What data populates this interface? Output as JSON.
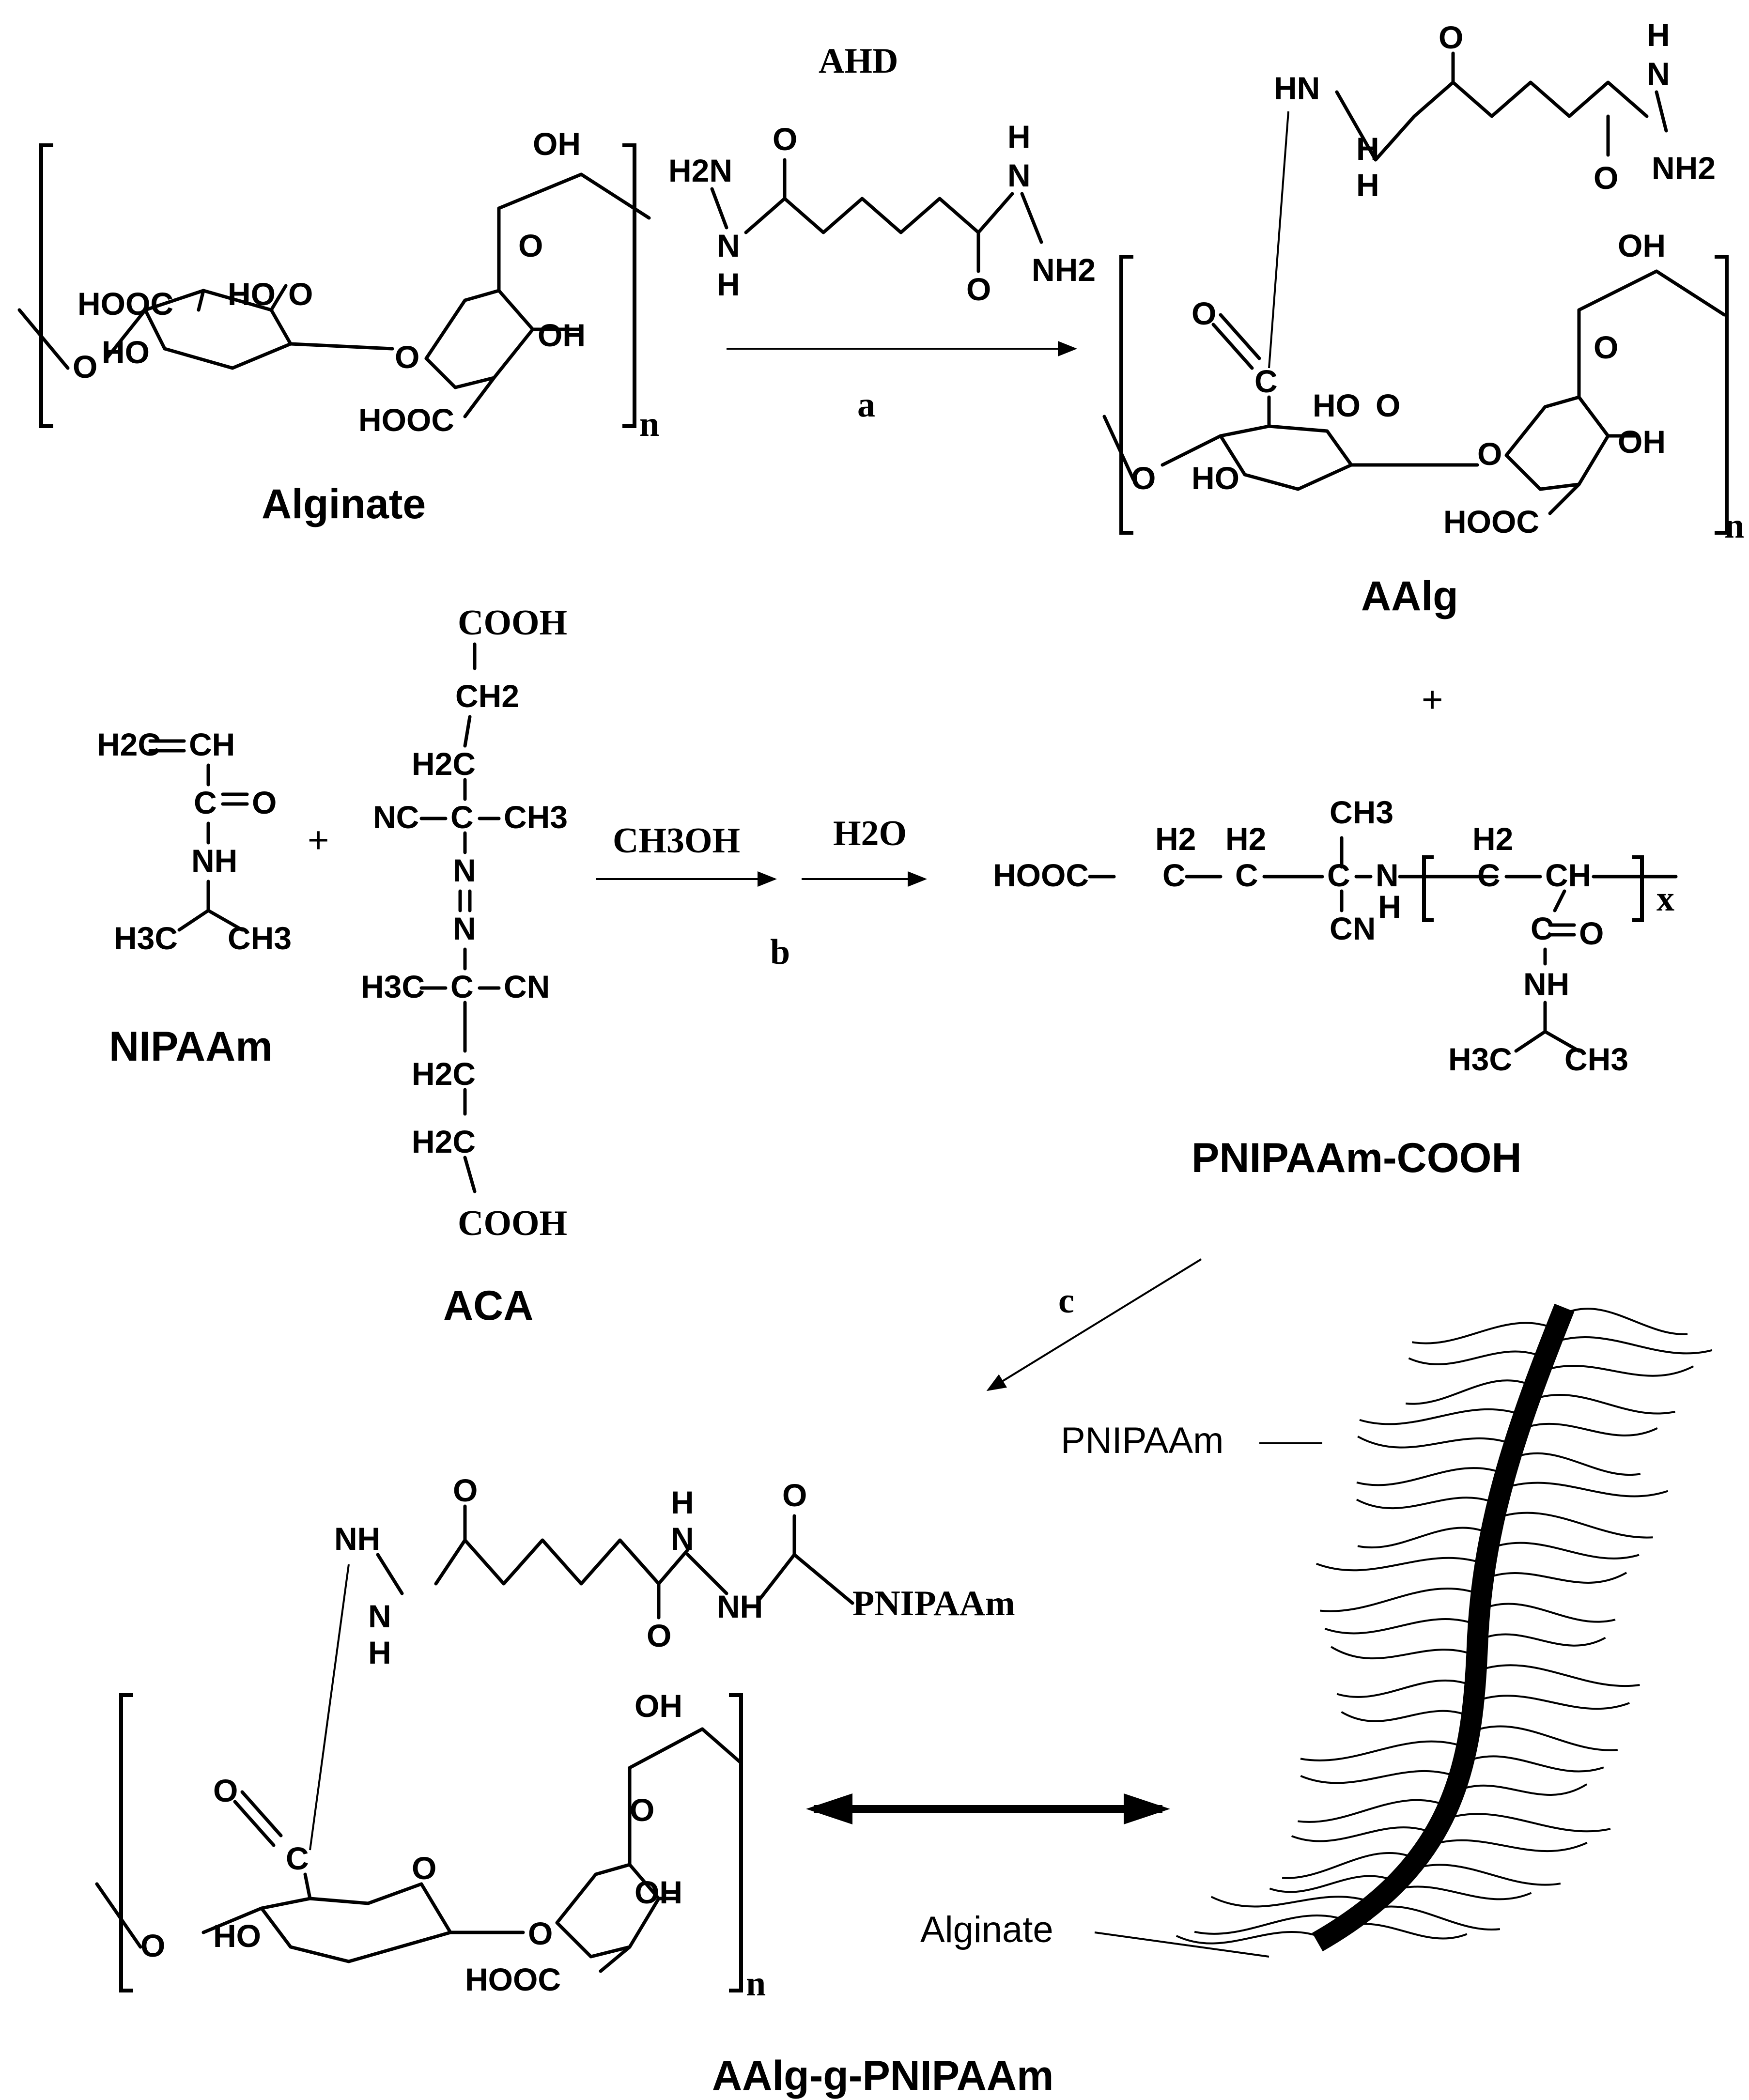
{
  "labels": {
    "alginate": "Alginate",
    "ahd": "AHD",
    "aalg": "AAlg",
    "nipaam": "NIPAAm",
    "aca": "ACA",
    "pnipaam_cooh": "PNIPAAm-COOH",
    "product": "AAlg-g-PNIPAAm",
    "plus_large": "+",
    "plus_small": "+"
  },
  "arrows": {
    "a": {
      "label": "a"
    },
    "b": {
      "label": "b",
      "reagent_1": "CH3OH",
      "reagent_2": "H2O"
    },
    "c": {
      "label": "c"
    }
  },
  "cartoon": {
    "pnipaam_label": "PNIPAAm",
    "alginate_label": "Alginate"
  },
  "repeat": {
    "n": "n",
    "x": "x"
  },
  "atoms": {
    "oh": "OH",
    "ho": "HO",
    "hooc": "HOOC",
    "o": "O",
    "c": "C",
    "nh": "NH",
    "hn": "HN",
    "h": "H",
    "n": "N",
    "nh2": "NH2",
    "h2n": "H2N",
    "cooh": "COOH",
    "ch2": "CH2",
    "h2c": "H2C",
    "ch": "CH",
    "h2": "H2",
    "ch3": "CH3",
    "h3c": "H3C",
    "cn": "CN",
    "nc": "NC",
    "pnipaam_end": "PNIPAAm"
  }
}
